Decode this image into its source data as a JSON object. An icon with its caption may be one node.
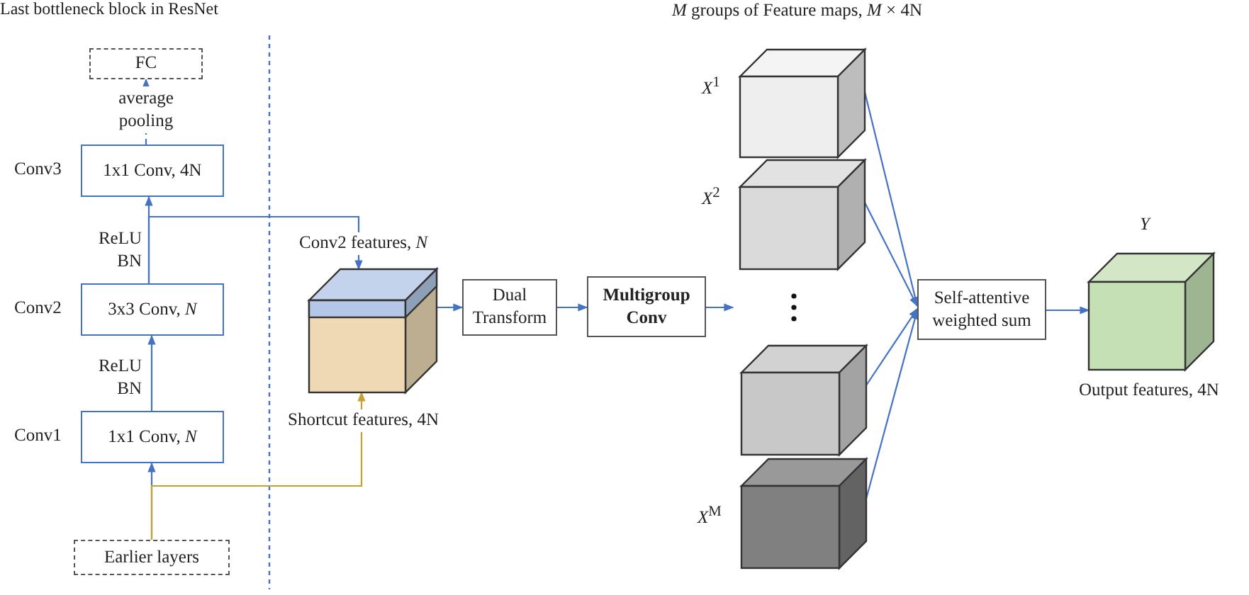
{
  "diagram": {
    "title": "Last bottleneck block in ResNet",
    "nodes": [
      {
        "text": [
          "FC"
        ]
      },
      {
        "text": [
          "1x1 Conv, 4N"
        ],
        "beside": [
          "Conv3"
        ]
      },
      {
        "text": [
          "3x3 Conv, *N*"
        ],
        "beside": [
          "Conv2"
        ]
      },
      {
        "text": [
          "1x1 Conv, *N*"
        ],
        "beside": [
          "Conv1"
        ]
      },
      {
        "text": [
          "Earlier layers"
        ]
      },
      {
        "text": [],
        "shape": "cube",
        "beside": [
          "Conv2 features, *N*",
          "Shortcut features, 4N"
        ]
      },
      {
        "text": [
          "Dual Transform"
        ]
      },
      {
        "text": [
          "Multigroup Conv"
        ]
      },
      {
        "text": [],
        "shape": "cube",
        "beside": [
          "*X*$^{1}$"
        ]
      },
      {
        "text": [],
        "shape": "cube",
        "beside": [
          "*X*$^{2}$"
        ]
      },
      {
        "text": [],
        "shape": "cube"
      },
      {
        "text": [],
        "shape": "cube",
        "beside": [
          "*X*$^{M}$"
        ]
      },
      {
        "text": [
          "Self-attentive weighted sum"
        ]
      },
      {
        "text": [],
        "shape": "cube",
        "beside": [
          "*Y*",
          "Output features, 4N"
        ]
      }
    ],
    "edges": [
      {
        "from": 1,
        "to": 0,
        "arrow": "to",
        "label": "average pooling",
        "style": "dashed"
      },
      {
        "from": 2,
        "to": 1,
        "arrow": "to",
        "label": "ReLU BN"
      },
      {
        "from": 3,
        "to": 2,
        "arrow": "to",
        "label": "ReLU BN"
      },
      {
        "from": 4,
        "to": 3,
        "arrow": "to"
      },
      {
        "from": 2,
        "to": 5,
        "arrow": "to"
      },
      {
        "from": 4,
        "to": 5,
        "arrow": "to",
        "color": "#c9a02f"
      },
      {
        "from": 5,
        "to": 6,
        "arrow": "to"
      },
      {
        "from": 6,
        "to": 7,
        "arrow": "to"
      },
      {
        "from": 7,
        "to": null,
        "arrow": "to"
      },
      {
        "from": 8,
        "to": 12,
        "arrow": "to"
      },
      {
        "from": 9,
        "to": 12,
        "arrow": "to"
      },
      {
        "from": 10,
        "to": 12,
        "arrow": "to"
      },
      {
        "from": 11,
        "to": 12,
        "arrow": "to"
      },
      {
        "from": 12,
        "to": 13,
        "arrow": "to"
      }
    ],
    "labels": [
      "*M* groups of Feature maps, *M* × 4N"
    ]
  }
}
